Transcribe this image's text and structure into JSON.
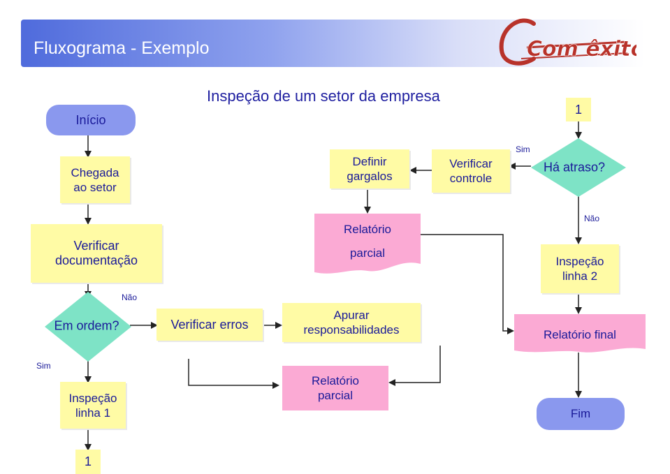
{
  "header": {
    "title": "Fluxograma - Exemplo",
    "logo_text": "Com êxito"
  },
  "diagram": {
    "heading": "Inspeção de um setor da empresa",
    "nodes": {
      "inicio": "Início",
      "chegada": [
        "Chegada",
        "ao setor"
      ],
      "verificar_documentacao": [
        "Verificar",
        "documentação"
      ],
      "em_ordem": "Em ordem?",
      "verificar_erros": "Verificar erros",
      "apurar": [
        "Apurar",
        "responsabilidades"
      ],
      "relatorio_parcial_bottom": [
        "Relatório",
        "parcial"
      ],
      "relatorio_parcial_top": [
        "Relatório",
        "parcial"
      ],
      "definir_gargalos": [
        "Definir",
        "gargalos"
      ],
      "verificar_controle": [
        "Verificar",
        "controle"
      ],
      "ha_atraso": "Há atraso?",
      "inspecao_linha_2": [
        "Inspeção",
        "linha 2"
      ],
      "relatorio_final": "Relatório final",
      "fim": "Fim",
      "inspecao_linha_1": [
        "Inspeção",
        "linha 1"
      ],
      "connector_top": "1",
      "connector_bottom": "1"
    },
    "labels": {
      "nao_left": "Não",
      "sim_left": "Sim",
      "sim_right": "Sim",
      "nao_right": "Não"
    }
  },
  "colors": {
    "terminal": "#8a98ee",
    "process": "#fffba5",
    "document": "#fbaad4",
    "decision": "#7ee3c6",
    "text": "#1a1a99",
    "line": "#222222"
  }
}
